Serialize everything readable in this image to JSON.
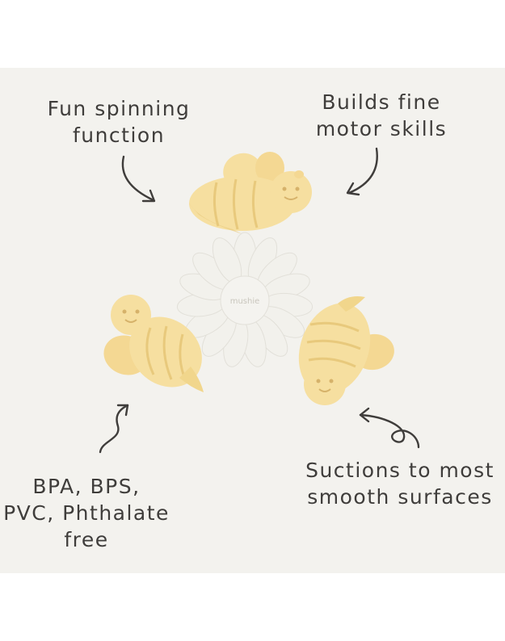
{
  "callouts": {
    "spinning": [
      "Fun spinning",
      "function"
    ],
    "motor": [
      "Builds fine",
      "motor skills"
    ],
    "materials": [
      "BPA, BPS,",
      "PVC, Phthalate",
      "free"
    ],
    "suction": [
      "Suctions to most",
      "smooth surfaces"
    ]
  },
  "logo_text": "mushie",
  "colors": {
    "background": "#f3f2ee",
    "bee_yellow": "#f6dfa0",
    "bee_shadow": "#e8c97c",
    "flower_white": "#f2f1ec",
    "text": "#3f3d3b"
  }
}
